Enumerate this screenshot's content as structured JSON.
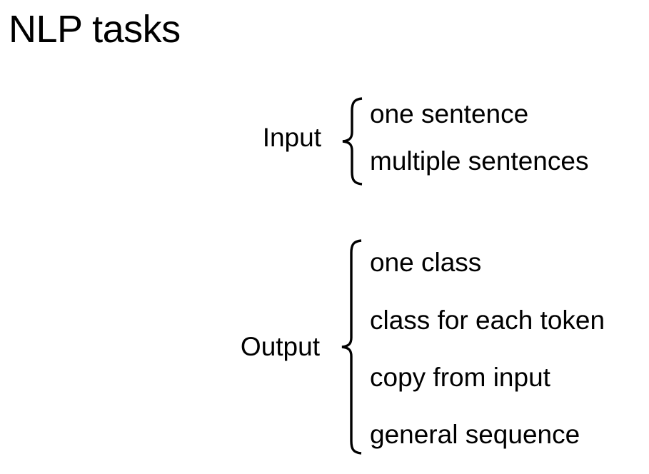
{
  "slide": {
    "title": "NLP tasks",
    "groups": [
      {
        "label": "Input",
        "items": [
          "one sentence",
          "multiple sentences"
        ]
      },
      {
        "label": "Output",
        "items": [
          "one class",
          "class for each token",
          "copy from input",
          "general sequence"
        ]
      }
    ]
  },
  "colors": {
    "background": "#ffffff",
    "text": "#000000"
  }
}
